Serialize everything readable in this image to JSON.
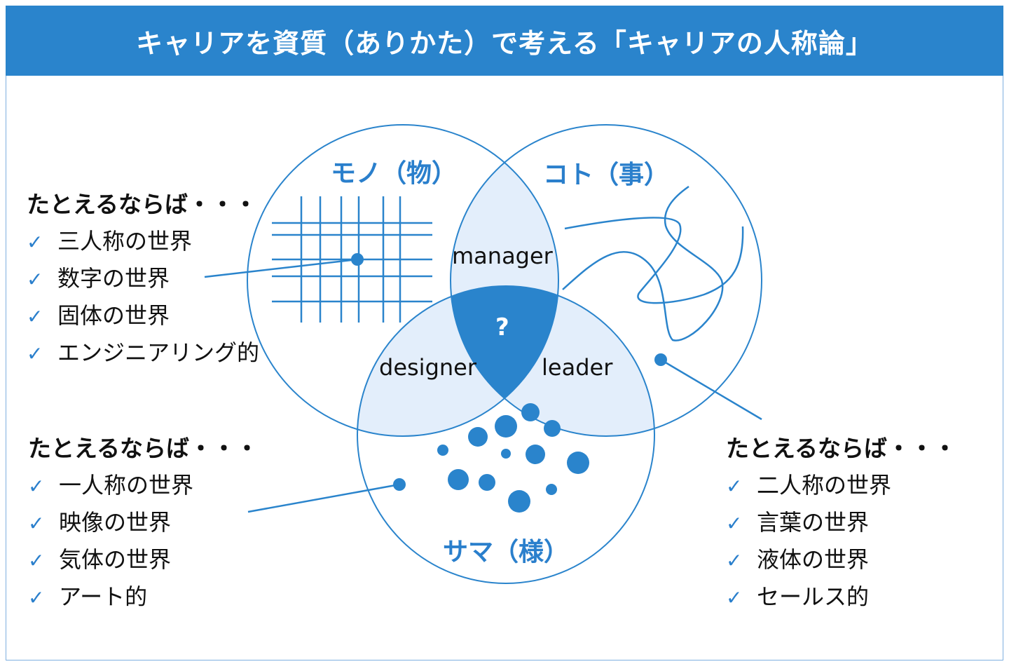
{
  "title": "キャリアを資質（ありかた）で考える「キャリアの人称論」",
  "circles": {
    "mono": "モノ（物）",
    "koto": "コト（事）",
    "sama": "サマ（様）"
  },
  "intersections": {
    "mono_koto": "manager",
    "mono_sama": "designer",
    "koto_sama": "leader",
    "center": "?"
  },
  "lists": [
    {
      "head": "たとえるならば・・・",
      "items": [
        "三人称の世界",
        "数字の世界",
        "固体の世界",
        "エンジニアリング的"
      ]
    },
    {
      "head": "たとえるならば・・・",
      "items": [
        "一人称の世界",
        "映像の世界",
        "気体の世界",
        "アート的"
      ]
    },
    {
      "head": "たとえるならば・・・",
      "items": [
        "二人称の世界",
        "言葉の世界",
        "液体の世界",
        "セールス的"
      ]
    }
  ],
  "check_icon": "✓",
  "colors": {
    "accent": "#2a84cc",
    "lens": "#e3eefb",
    "text": "#111111"
  }
}
